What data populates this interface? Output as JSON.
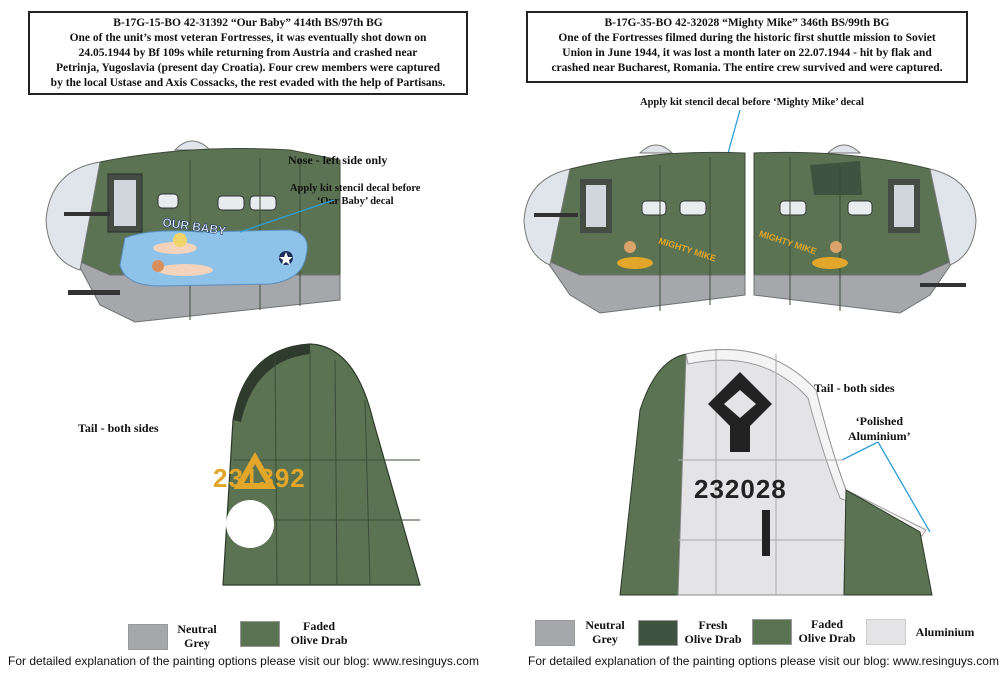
{
  "left": {
    "caption_lines": [
      "B-17G-15-BO 42-31392 “Our Baby” 414th BS/97th BG",
      "One of the unit’s most veteran Fortresses, it was eventually shot down on",
      "24.05.1944 by Bf 109s while returning from Austria and crashed near",
      "Petrinja, Yugoslavia (present day Croatia). Four crew members were captured",
      "by the local Ustase and Axis Cossacks, the rest evaded with the help of Partisans."
    ],
    "nose_label": "Nose - left side only",
    "stencil_note_lines": [
      "Apply kit stencil decal before",
      "‘Our Baby’ decal"
    ],
    "nose_art_text": "OUR BABY",
    "tail_label": "Tail - both sides",
    "tail_serial": "231392",
    "swatches": [
      {
        "label_lines": [
          "Neutral",
          "Grey"
        ],
        "color": "#a5a7ab"
      },
      {
        "label_lines": [
          "Faded",
          "Olive Drab"
        ],
        "color": "#5b7352"
      }
    ],
    "footer": "For detailed explanation of the painting options please visit our blog: www.resinguys.com"
  },
  "right": {
    "caption_lines": [
      "B-17G-35-BO 42-32028 “Mighty Mike” 346th BS/99th BG",
      "One of the Fortresses filmed during the historic first shuttle mission to Soviet",
      "Union in June 1944, it was lost a month later on 22.07.1944 - hit by flak and",
      "crashed near Bucharest, Romania. The entire crew survived and were captured."
    ],
    "stencil_note": "Apply kit stencil decal before ‘Mighty Mike’ decal",
    "nose_art_text_left": "MIGHTY MIKE",
    "nose_art_text_right": "MIGHTY MIKE",
    "tail_label": "Tail - both sides",
    "polished_note_lines": [
      "‘Polished",
      "Aluminium’"
    ],
    "tail_serial": "232028",
    "swatches": [
      {
        "label_lines": [
          "Neutral",
          "Grey"
        ],
        "color": "#a5a7ab"
      },
      {
        "label_lines": [
          "Fresh",
          "Olive Drab"
        ],
        "color": "#3f5340"
      },
      {
        "label_lines": [
          "Faded",
          "Olive Drab"
        ],
        "color": "#5b7352"
      },
      {
        "label_lines": [
          "Aluminium"
        ],
        "color": "#e4e4e6"
      }
    ],
    "footer": "For detailed explanation of the painting options please visit our blog: www.resinguys.com"
  },
  "colors": {
    "faded_olive_drab": "#5b7352",
    "fresh_olive_drab": "#3f5340",
    "neutral_grey": "#a5a7ab",
    "aluminium": "#e4e4e6",
    "glazing": "#dfe5ea",
    "triangle_yellow": "#e2a62a",
    "sky_blue": "#8fc2e8",
    "callout_line": "#2e9ed6"
  }
}
